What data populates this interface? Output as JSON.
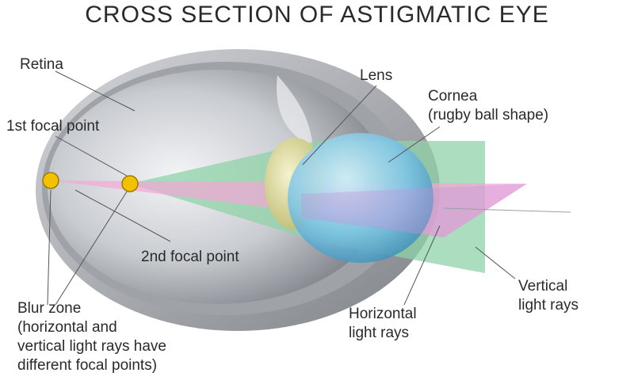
{
  "title": "CROSS SECTION OF ASTIGMATIC EYE",
  "labels": {
    "retina": "Retina",
    "first_focal_point": "1st focal point",
    "lens": "Lens",
    "cornea_line1": "Cornea",
    "cornea_line2": "(rugby ball shape)",
    "second_focal_point": "2nd focal point",
    "blur_zone_line1": "Blur zone",
    "blur_zone_line2": "(horizontal and",
    "blur_zone_line3": "vertical light rays have",
    "blur_zone_line4": "different  focal points)",
    "horizontal_rays_line1": "Horizontal",
    "horizontal_rays_line2": "light rays",
    "vertical_rays_line1": "Vertical",
    "vertical_rays_line2": "light rays"
  },
  "colors": {
    "vertical_rays": "#8fd3a8",
    "horizontal_rays": "#f3a6d6",
    "focal_point": "#f2c200",
    "cornea": "#7cc4e6",
    "lens": "#d9d58e",
    "eye_shell": "#b7b9bd"
  }
}
